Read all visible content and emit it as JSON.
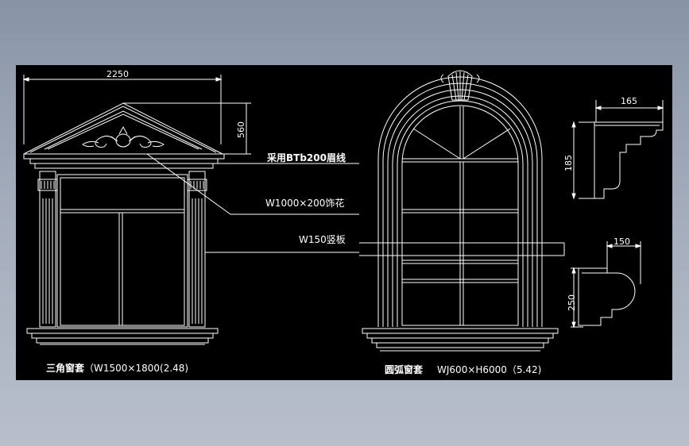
{
  "drawing": {
    "background": "#000000",
    "line_color": "#ffffff",
    "triangle_window": {
      "width_dim": "2250",
      "height_dim": "560",
      "label_cornice": "采用BTb200眉线",
      "label_ornament": "W1000×200饰花",
      "label_pilaster": "W150竖板",
      "caption_name": "三角窗套",
      "caption_spec": "（W1500×1800(2.48)"
    },
    "arched_window": {
      "caption_name": "圆弧窗套",
      "caption_spec": "WJ600×H6000（5.42)"
    },
    "profile_upper": {
      "width_dim": "165",
      "height_dim": "185"
    },
    "profile_lower": {
      "width_dim": "150",
      "height_dim": "250"
    }
  }
}
